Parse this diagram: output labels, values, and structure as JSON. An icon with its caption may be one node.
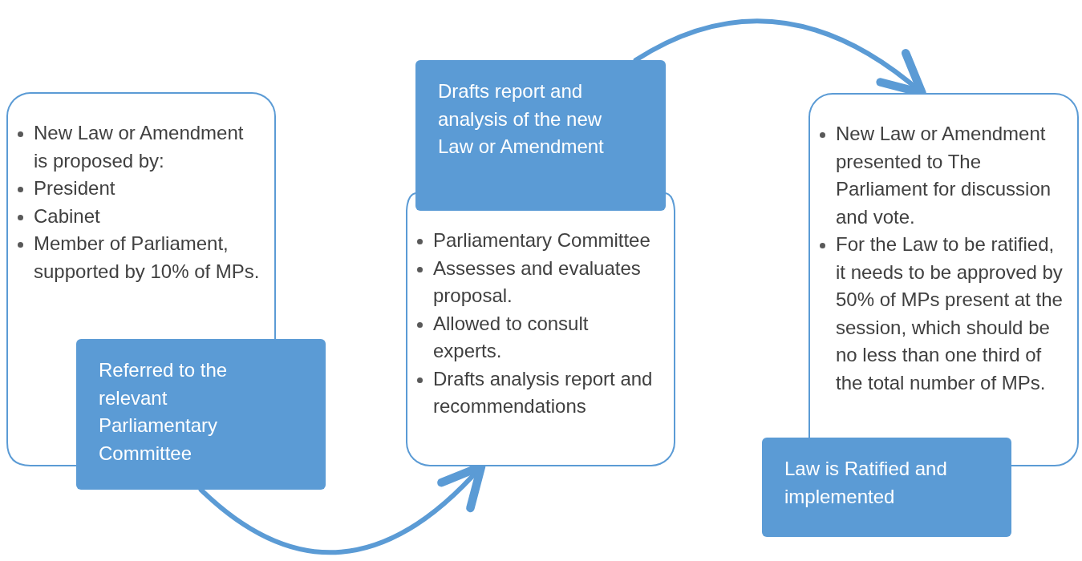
{
  "diagram": {
    "nodes": [
      {
        "text": [
          "New Law or Amendment is proposed by:",
          "President",
          "Cabinet",
          "Member of Parliament, supported by 10% of MPs."
        ]
      },
      {
        "text": [
          "Referred to the relevant Parliamentary Committee"
        ]
      },
      {
        "text": [
          "Drafts report and analysis of the new Law or Amendment"
        ]
      },
      {
        "text": [
          "Parliamentary Committee",
          "Assesses and evaluates proposal.",
          "Allowed to consult experts.",
          "Drafts analysis report and recommendations"
        ]
      },
      {
        "text": [
          "New Law or Amendment presented to The Parliament for discussion and vote.",
          "For the Law to be ratified, it needs to be approved by 50% of MPs present at the session, which should be no less than one third of the total number of MPs."
        ]
      },
      {
        "text": [
          "Law is Ratified and implemented"
        ]
      }
    ],
    "edges": [
      {
        "from": 1,
        "to": 3,
        "arrow": "to"
      },
      {
        "from": 2,
        "to": 4,
        "arrow": "to"
      }
    ]
  }
}
